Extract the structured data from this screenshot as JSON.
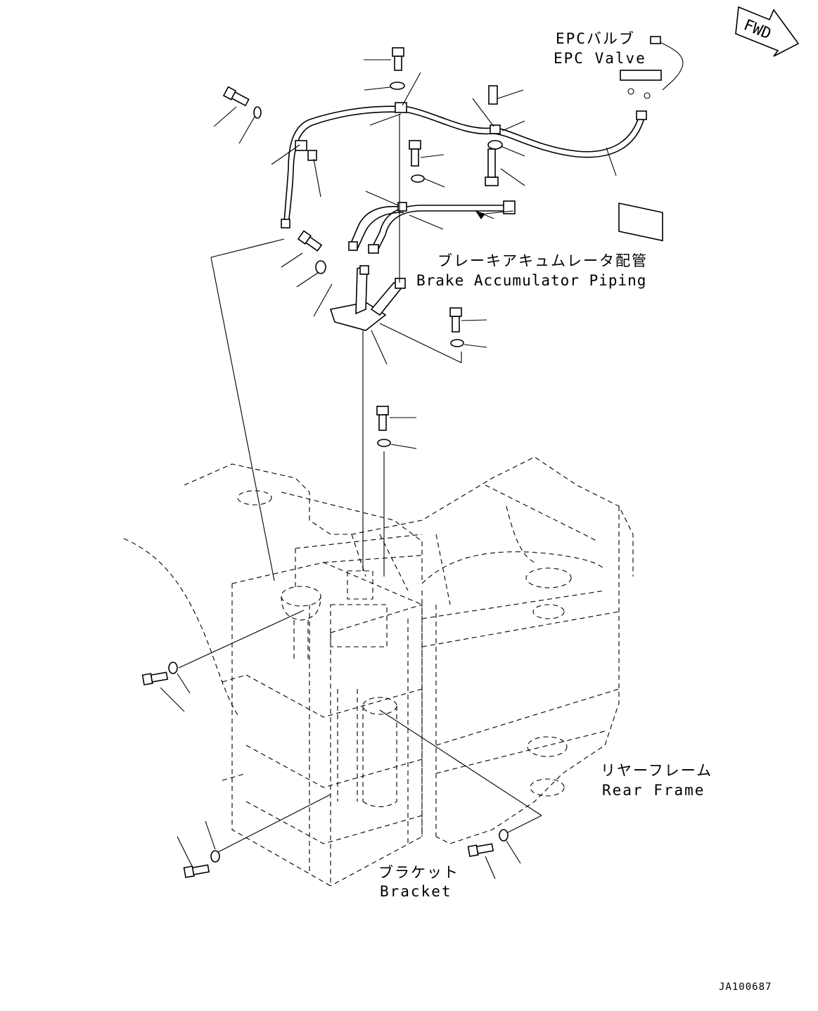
{
  "fwd_badge": "FWD",
  "labels": {
    "epc_jp": "EPCバルブ",
    "epc_en": "EPC Valve",
    "brake_jp": "ブレーキアキュムレータ配管",
    "brake_en": "Brake Accumulator Piping",
    "rear_jp": "リヤーフレーム",
    "rear_en": "Rear Frame",
    "bracket_jp": "ブラケット",
    "bracket_en": "Bracket"
  },
  "drawing_code": "JA100687"
}
